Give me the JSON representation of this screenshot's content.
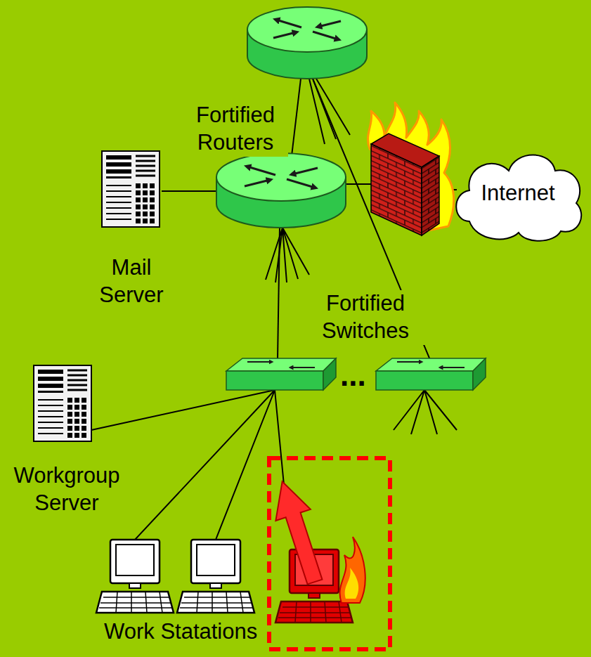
{
  "diagram": {
    "nodes": [
      {
        "text": [
          "Mail Server"
        ]
      },
      {
        "text": [
          "Internet"
        ]
      },
      {
        "text": [
          "Workgroup Server"
        ]
      }
    ],
    "labels": [
      "Fortified Routers",
      "Fortified Switches",
      "...",
      "Work Statations"
    ]
  }
}
